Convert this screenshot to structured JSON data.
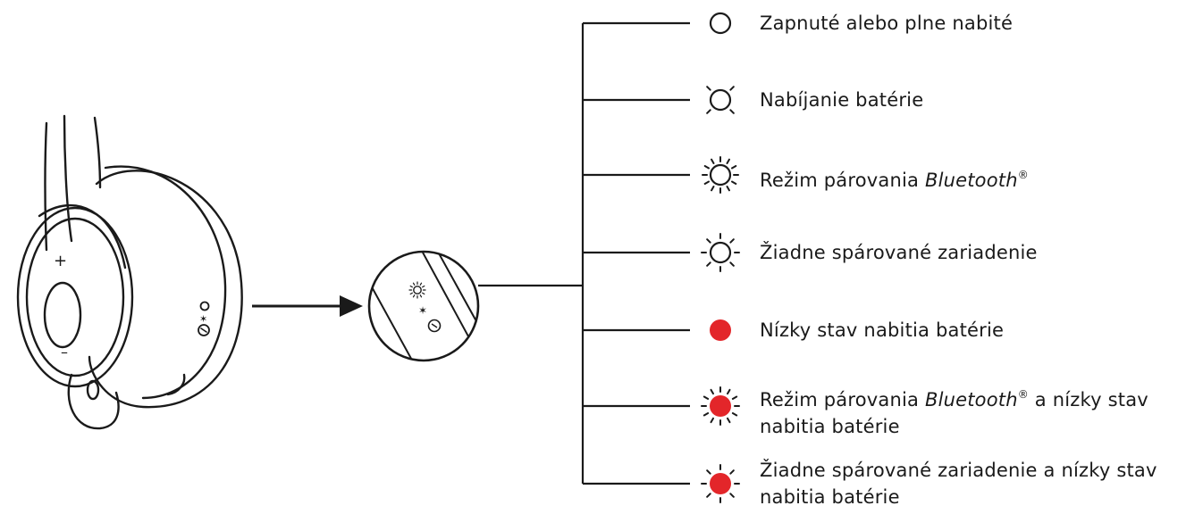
{
  "colors": {
    "line": "#1a1a1a",
    "red": "#e3262a",
    "background": "#ffffff"
  },
  "headset": {
    "button_plus": "+",
    "button_minus": "–"
  },
  "legend": {
    "items": [
      {
        "id": "on",
        "icon": "ring-solid",
        "text": "Zapnuté alebo plne nabité"
      },
      {
        "id": "charging",
        "icon": "ring-rays-4",
        "text": "Nabíjanie batérie"
      },
      {
        "id": "pairing",
        "icon": "ring-rays-12",
        "text_before": "Režim párovania ",
        "brand": "Bluetooth",
        "reg": "®"
      },
      {
        "id": "no-device",
        "icon": "ring-rays-dashed",
        "text": "Žiadne spárované zariadenie"
      },
      {
        "id": "low-battery",
        "icon": "red-dot",
        "text": "Nízky stav nabitia batérie"
      },
      {
        "id": "pairing-low",
        "icon": "red-dot-rays-12",
        "text_before": "Režim párovania ",
        "brand": "Bluetooth",
        "reg": "®",
        "text_after": " a nízky stav",
        "line2": "nabitia batérie"
      },
      {
        "id": "no-device-low",
        "icon": "red-dot-rays-dashed",
        "text": "Žiadne spárované zariadenie a nízky stav",
        "line2": "nabitia batérie"
      }
    ]
  }
}
